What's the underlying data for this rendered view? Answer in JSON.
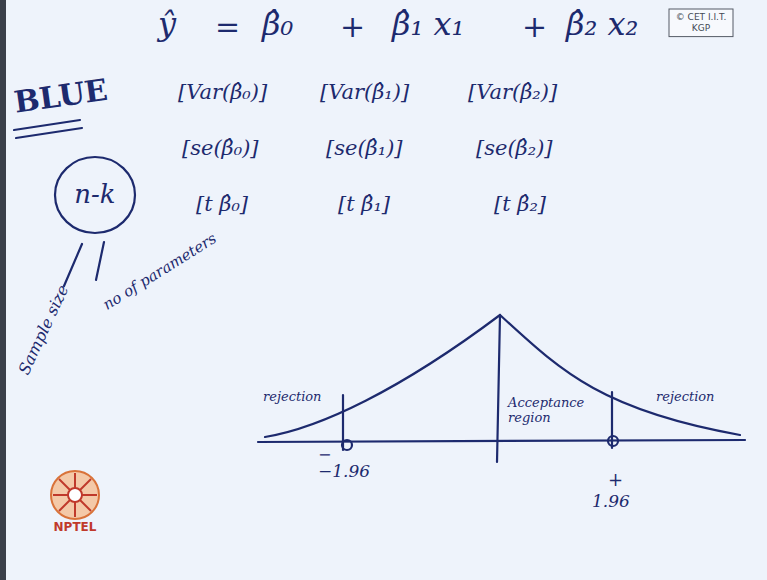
{
  "diagram": {
    "nodes": [
      {
        "text": [
          "© CET I.I.T. KGP"
        ]
      },
      {
        "text": [
          "n-k"
        ]
      }
    ],
    "labels": [
      "BLUE",
      "ŷ",
      "=",
      "β̂₀",
      "+",
      "β̂₁ x₁",
      "+",
      "β̂₂ x₂",
      "[Var(β̂₀)]",
      "[Var(β̂₁)]",
      "[Var(β̂₂)]",
      "[se(β̂₀)]",
      "[se(β̂₁)]",
      "[se(β̂₂)]",
      "[t β̂₀]",
      "[t β̂₁]",
      "[t β̂₂]",
      "Sample size",
      "no of parameters",
      "rejection",
      "Acceptance region",
      "rejection",
      "−",
      "−1.96",
      "+",
      "1.96",
      "NPTEL"
    ]
  }
}
